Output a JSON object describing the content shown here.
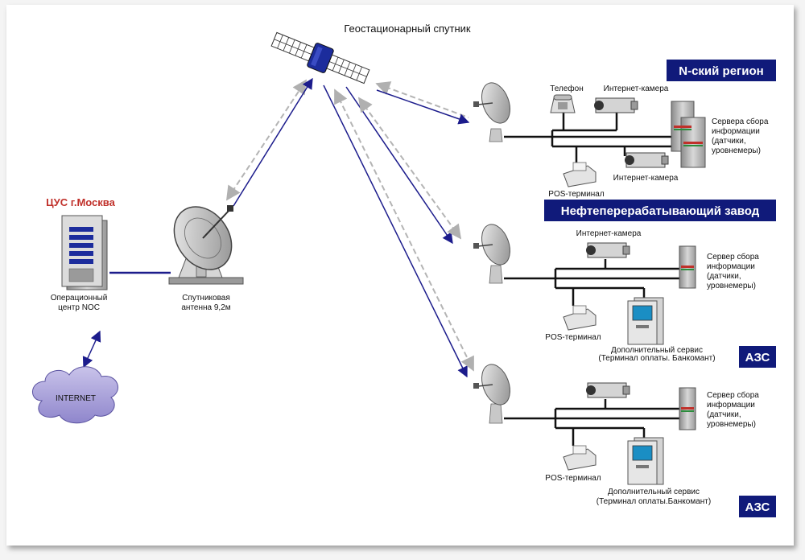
{
  "satellite": {
    "label": "Геостационарный спутник"
  },
  "hub": {
    "title": "ЦУС г.Москва",
    "noc_label_1": "Операционный",
    "noc_label_2": "центр NOC",
    "antenna_label_1": "Спутниковая",
    "antenna_label_2": "антенна 9,2м",
    "internet": "INTERNET"
  },
  "sites": [
    {
      "header": "N-ский регион",
      "phone": "Телефон",
      "camera_top": "Интернет-камера",
      "servers_1": "Сервера сбора",
      "servers_2": "информации",
      "servers_3": "(датчики,",
      "servers_4": "уровнемеры)",
      "camera_bottom": "Интернет-камера",
      "pos": "POS-терминал"
    },
    {
      "header": "Нефтеперерабатывающий завод",
      "camera": "Интернет-камера",
      "server_1": "Сервер сбора",
      "server_2": "информации",
      "server_3": "(датчики,",
      "server_4": "уровнемеры)",
      "pos": "POS-терминал",
      "extra_1": "Дополнительный сервис",
      "extra_2": "(Терминал оплаты. Банкомант)",
      "badge": "АЗС"
    },
    {
      "server_1": "Сервер сбора",
      "server_2": "информации",
      "server_3": "(датчики,",
      "server_4": "уровнемеры)",
      "pos": "POS-терминал",
      "extra_1": "Дополнительный сервис",
      "extra_2": "(Терминал оплаты.Банкомант)",
      "badge": "АЗС"
    }
  ],
  "colors": {
    "header_bg": "#101a7a",
    "link_blue": "#1c1c8c",
    "link_gray": "#b4b4b4",
    "accent_red": "#c0302a"
  }
}
